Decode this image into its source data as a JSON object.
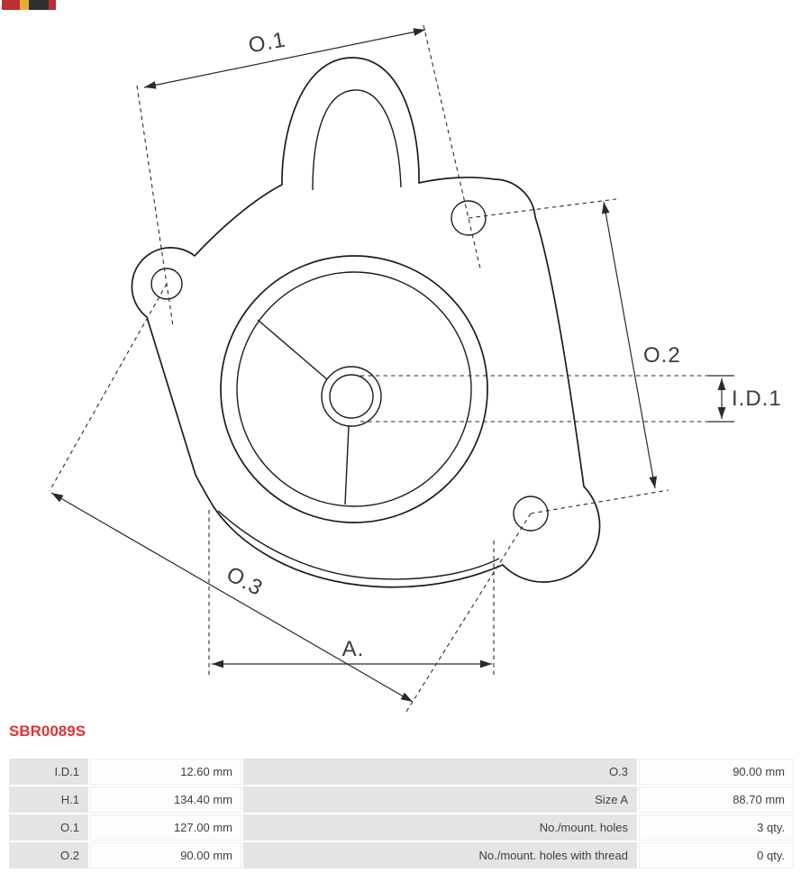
{
  "watermark": {
    "colors": [
      "#b5191f",
      "#e8a020",
      "#1a1a1a"
    ]
  },
  "drawing": {
    "dimension_labels": {
      "o1": "O.1",
      "o2": "O.2",
      "o3": "O.3",
      "id1": "I.D.1",
      "a": "A."
    }
  },
  "part": {
    "number": "SBR0089S",
    "accent_color": "#e03232"
  },
  "spec_table": {
    "label_bg_color": "#e4e4e4",
    "rows": [
      {
        "label_left": "I.D.1",
        "value_left": "12.60 mm",
        "label_right": "O.3",
        "value_right": "90.00 mm"
      },
      {
        "label_left": "H.1",
        "value_left": "134.40 mm",
        "label_right": "Size A",
        "value_right": "88.70 mm"
      },
      {
        "label_left": "O.1",
        "value_left": "127.00 mm",
        "label_right": "No./mount. holes",
        "value_right": "3 qty."
      },
      {
        "label_left": "O.2",
        "value_left": "90.00 mm",
        "label_right": "No./mount. holes with thread",
        "value_right": "0 qty."
      }
    ]
  }
}
